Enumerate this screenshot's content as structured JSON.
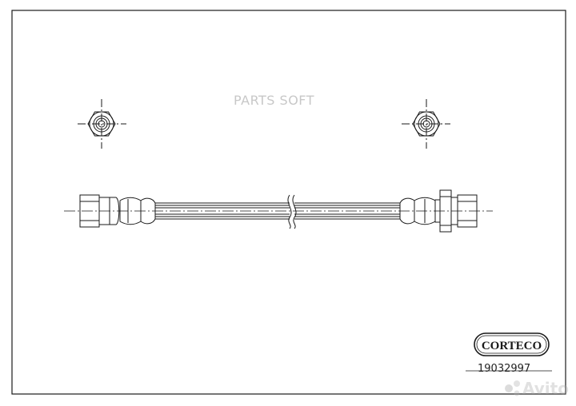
{
  "watermark": {
    "text": "PARTS SOFT"
  },
  "logo": {
    "text": "CORTECO"
  },
  "part_number": {
    "text": "19032997"
  },
  "avito_watermark": {
    "text": "Avito"
  },
  "colors": {
    "line": "#1a1a1a",
    "watermark": "#c8c8c8",
    "background": "#ffffff"
  },
  "icons": {
    "left_fitting_end_view": "hex-nut-end-view-icon",
    "right_fitting_end_view": "hex-nut-end-view-icon",
    "hose": "brake-hose-side-view"
  }
}
